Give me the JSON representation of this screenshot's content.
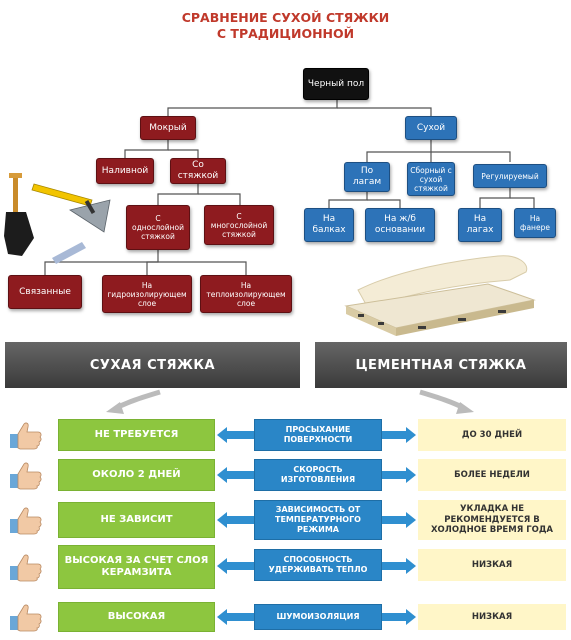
{
  "title": {
    "line1": "СРАВНЕНИЕ СУХОЙ СТЯЖКИ",
    "line2": "С ТРАДИЦИОННОЙ"
  },
  "tree": {
    "root": "Черный пол",
    "wet": "Мокрый",
    "dry": "Сухой",
    "poured": "Наливной",
    "with_screed": "Со стяжкой",
    "single_layer": "С однослойной стяжкой",
    "multi_layer": "С многослойной стяжкой",
    "bonded": "Связанные",
    "on_waterproof": "На гидроизолирующем слое",
    "on_thermal": "На теплоизолирующем слое",
    "on_joists": "По лагам",
    "prefab": "Сборный с сухой стяжкой",
    "adjustable": "Регулируемый",
    "on_beams": "На балках",
    "on_rc_base": "На ж/б основании",
    "on_joists2": "На лагах",
    "on_plywood": "На фанере"
  },
  "headers": {
    "dry": "СУХАЯ СТЯЖКА",
    "cement": "ЦЕМЕНТНАЯ СТЯЖКА"
  },
  "rows": [
    {
      "dry": "НЕ ТРЕБУЕТСЯ",
      "property": "ПРОСЫХАНИЕ ПОВЕРХНОСТИ",
      "cement": "ДО 30 ДНЕЙ"
    },
    {
      "dry": "ОКОЛО 2 ДНЕЙ",
      "property": "СКОРОСТЬ ИЗГОТОВЛЕНИЯ",
      "cement": "БОЛЕЕ НЕДЕЛИ"
    },
    {
      "dry": "НЕ ЗАВИСИТ",
      "property": "ЗАВИСИМОСТЬ ОТ ТЕМПЕРАТУРНОГО РЕЖИМА",
      "cement": "УКЛАДКА НЕ РЕКОМЕНДУЕТСЯ В ХОЛОДНОЕ ВРЕМЯ ГОДА"
    },
    {
      "dry": "ВЫСОКАЯ ЗА СЧЕТ СЛОЯ КЕРАМЗИТА",
      "property": "СПОСОБНОСТЬ УДЕРЖИВАТЬ ТЕПЛО",
      "cement": "НИЗКАЯ"
    },
    {
      "dry": "ВЫСОКАЯ",
      "property": "ШУМОИЗОЛЯЦИЯ",
      "cement": "НИЗКАЯ"
    }
  ],
  "colors": {
    "red_node": "#8e1b1f",
    "blue_node": "#2d73b8",
    "green_cell": "#8dc63f",
    "blue_cell": "#2a86c7",
    "yellow_cell": "#fff6c8",
    "title": "#c0392b"
  }
}
